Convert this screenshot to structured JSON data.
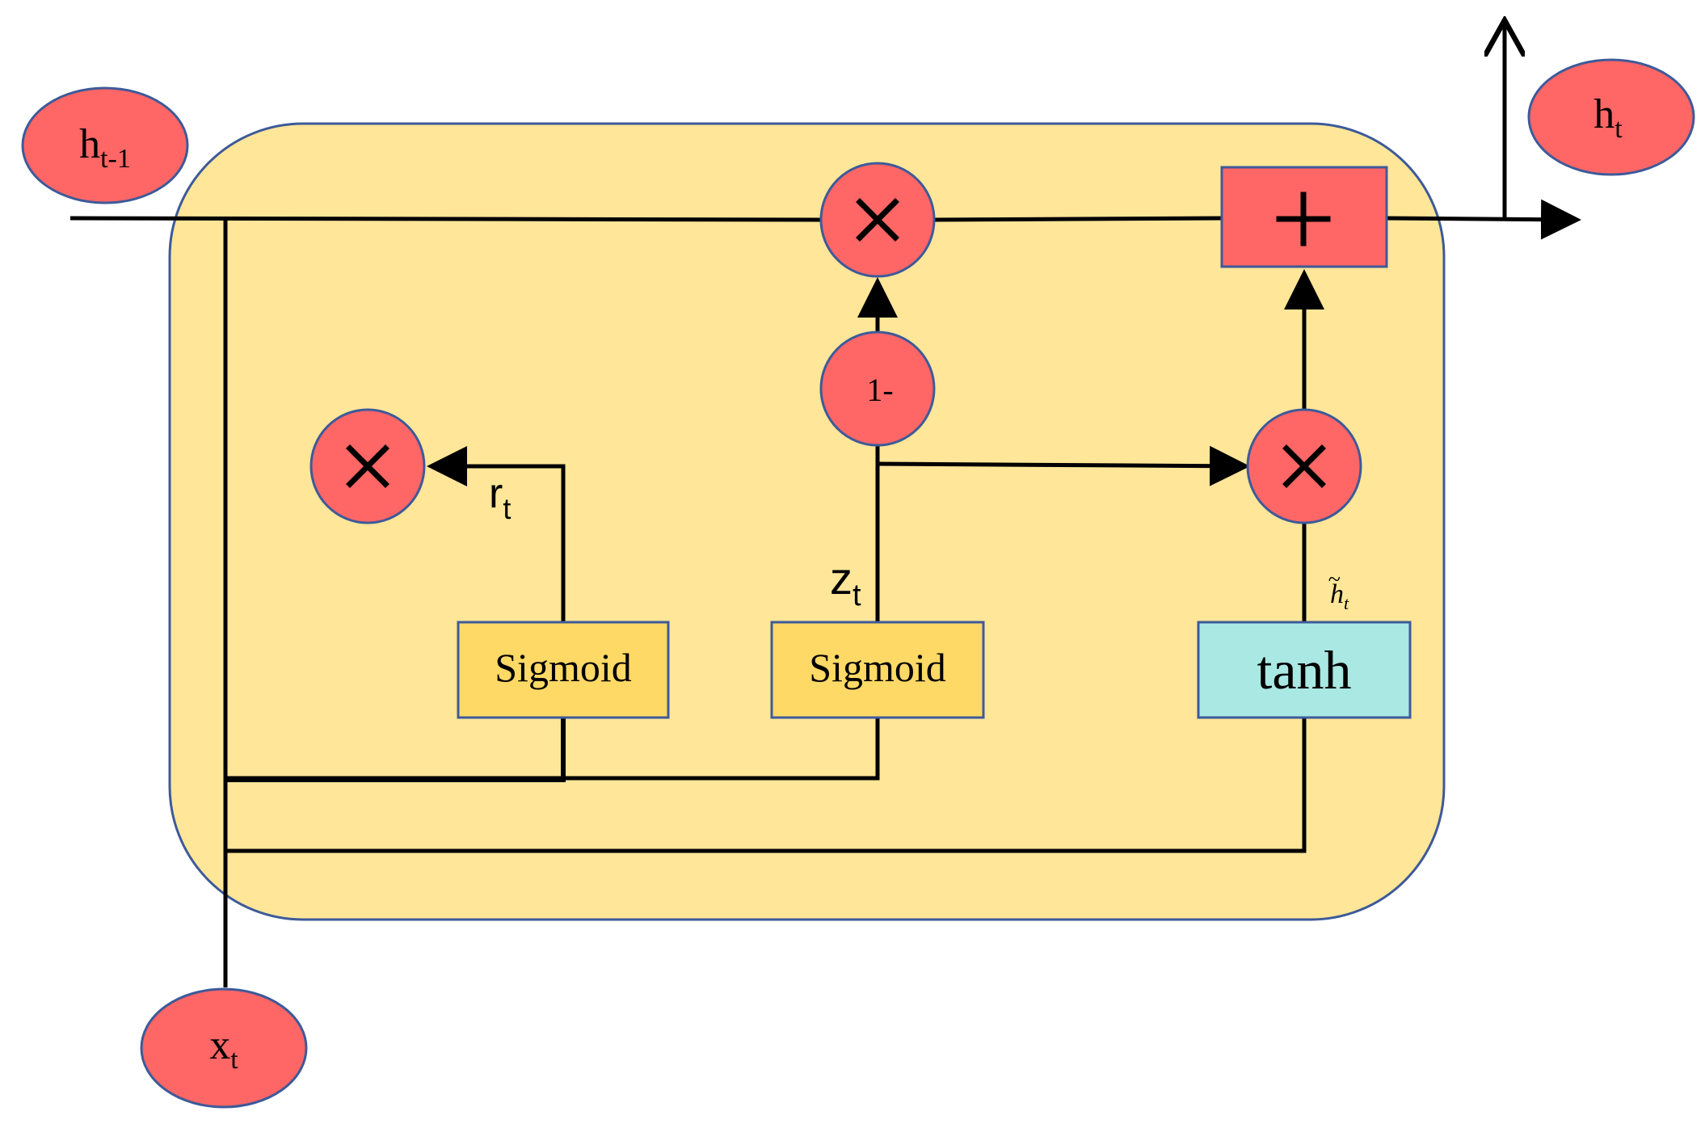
{
  "colors": {
    "cell_fill": "#ffe699",
    "cell_border": "#3d5a99",
    "node_fill": "#ff6666",
    "sigmoid_fill": "#ffd966",
    "tanh_fill": "#a9e8e3",
    "line": "#000000"
  },
  "inputs": {
    "h_prev": {
      "base": "h",
      "sub": "t-1"
    },
    "x": {
      "base": "x",
      "sub": "t"
    }
  },
  "output": {
    "base": "h",
    "sub": "t"
  },
  "gates": {
    "reset": {
      "label": "Sigmoid",
      "signal_base": "r",
      "signal_sub": "t"
    },
    "update": {
      "label": "Sigmoid",
      "signal_base": "z",
      "signal_sub": "t"
    },
    "candidate": {
      "label": "tanh",
      "signal_base": "h",
      "signal_sub": "t",
      "signal_accent": "~"
    }
  },
  "operators": {
    "one_minus": "1-",
    "multiply_icon": "multiply-icon",
    "add_icon": "plus-icon"
  }
}
